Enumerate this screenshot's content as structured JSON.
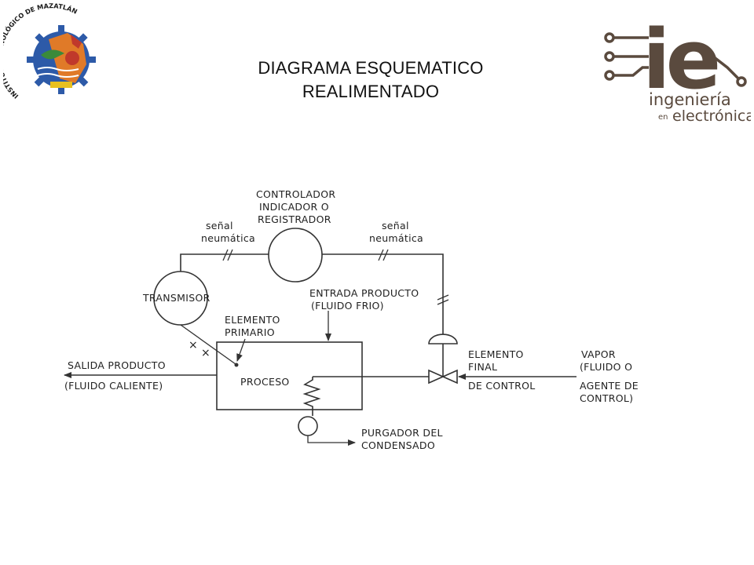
{
  "title": {
    "line1": "DIAGRAMA ESQUEMATICO",
    "line2": "REALIMENTADO"
  },
  "logos": {
    "left": {
      "text": "INSTITUTO TECNOLÓGICO DE MAZATLÁN",
      "colors": {
        "blue": "#2d5aa8",
        "orange": "#e07a28",
        "red": "#c0392b",
        "green": "#3a8a3a",
        "yellow": "#e8c020"
      }
    },
    "right": {
      "mark": "ie",
      "line1": "ingeniería",
      "line2_small": "en",
      "line2": "electrónica",
      "color": "#5a4a3e"
    }
  },
  "diagram": {
    "controller": [
      "CONTROLADOR",
      "INDICADOR  O",
      "REGISTRADOR"
    ],
    "signal_left": [
      "señal",
      "neumática"
    ],
    "signal_right": [
      "señal",
      "neumática"
    ],
    "transmitter": "TRANSMISOR",
    "input_product": [
      "ENTRADA PRODUCTO",
      "(FLUIDO FRIO)"
    ],
    "primary_element": [
      "ELEMENTO",
      "PRIMARIO"
    ],
    "output_product": [
      "SALIDA PRODUCTO",
      "(FLUIDO CALIENTE)"
    ],
    "process": "PROCESO",
    "final_element": [
      "ELEMENTO",
      "FINAL",
      "DE CONTROL"
    ],
    "steam": [
      "VAPOR",
      "(FLUIDO O",
      "AGENTE DE",
      "CONTROL)"
    ],
    "trap": [
      "PURGADOR DEL",
      "CONDENSADO"
    ]
  }
}
